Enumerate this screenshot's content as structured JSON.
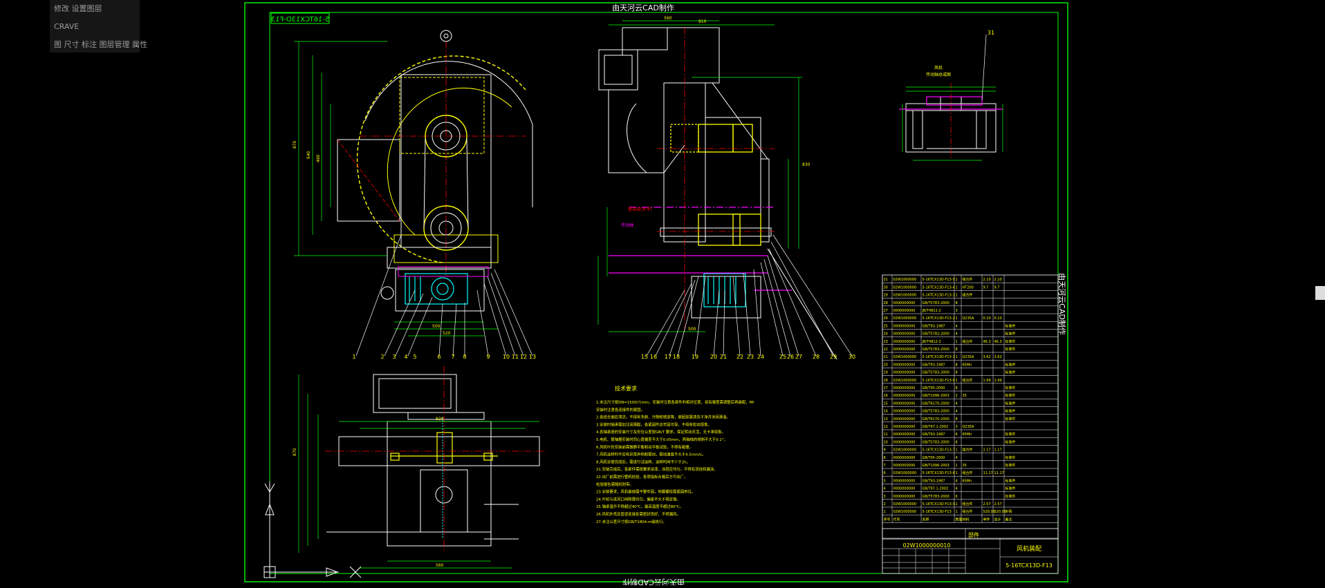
{
  "drawing": {
    "title_top": "由天河云CAD制作",
    "title_bottom": "由天河云CAD制作",
    "title_side": "由天河云CAD制作",
    "stamp_mirrored": "5-16TCX13D-F13",
    "balloons": [
      "1",
      "2",
      "3",
      "4",
      "5",
      "6",
      "7",
      "8",
      "9",
      "10",
      "11",
      "12",
      "13",
      "15",
      "16",
      "17",
      "18",
      "19",
      "20",
      "21",
      "22",
      "23",
      "24",
      "25",
      "26",
      "27",
      "28",
      "29",
      "30",
      "31"
    ],
    "detail_note": "风机\n传动轴总成图",
    "notes_title": "技术要求",
    "notes": [
      "1.未注尺寸按DN=1500(?)mm，安装时注意各部件的相对位置，如有偏差需调整后再装配，Mf",
      "   安装时注意各连接件的紧固。",
      "2.各结合面应清洁，不得有毛刺、污物和锈迹等，装配前需清洗干净并涂润滑油。",
      "3.安装时轴承需加注润滑脂，各紧固件应牢固可靠，不得有松动现象。",
      "4.各轴承座的安装尺寸及形位公差按GB/T 要求，保证转动灵活，无卡滞现象。",
      "5.电机、联轴器安装时同心度偏差不大于0.05mm，两轴线的倾斜不大于0.1°；",
      "6.风机叶轮安装前需做静平衡和动平衡试验，不得有碰撞。",
      "7.风机运转时不应有异常声响和振动，振动速度不大于4.5mm/s。",
      "8.风机安装完成后，需进行试运转，运转时间不少于2h。",
      "21.安装完成后，各部件需按要求涂漆，涂层应均匀，不得有流挂和漏涂。",
      "22.出厂前需进行整机检验，各项指标合格后方可出厂。",
      "     检验报告需随机附带。",
      "23.安装要求，风机基础需平整牢固，地脚螺栓需紧固到位。",
      "24.叶轮与进风口间隙需均匀，偏差不大于规定值。",
      "25.轴承温升不得超过40℃，最高温度不超过80℃。",
      "26.风机外壳及管道连接处需密封良好，不得漏风。",
      "27.未注公差尺寸按GB/T1804-m级执行。"
    ],
    "parts_rows": [
      {
        "no": "31",
        "code": "02W1000000",
        "name": "5-16TCX13D-F13-5",
        "qty": "1",
        "mat": "组合件",
        "w1": "2.10",
        "w2": "2.10",
        "rem": ""
      },
      {
        "no": "30",
        "code": "02W1000000",
        "name": "5-16TCX13D-F13-4",
        "qty": "1",
        "mat": "HT200",
        "w1": "9.7",
        "w2": "9.7",
        "rem": ""
      },
      {
        "no": "29",
        "code": "02W1000000",
        "name": "5-16TCX13D-F13-3",
        "qty": "1",
        "mat": "组合件",
        "w1": "",
        "w2": "",
        "rem": ""
      },
      {
        "no": "28",
        "code": "0000000000",
        "name": "GB/T5783-2000",
        "qty": "8",
        "mat": "",
        "w1": "",
        "w2": "",
        "rem": ""
      },
      {
        "no": "27",
        "code": "0000000000",
        "name": "JB/T4811-2",
        "qty": "3",
        "mat": "",
        "w1": "",
        "w2": "",
        "rem": ""
      },
      {
        "no": "26",
        "code": "02W1000000",
        "name": "5-16TCX13D-F13-2",
        "qty": "1",
        "mat": "Q235A",
        "w1": "0.10",
        "w2": "0.10",
        "rem": ""
      },
      {
        "no": "25",
        "code": "0000000000",
        "name": "GB/T93-1987",
        "qty": "4",
        "mat": "",
        "w1": "",
        "w2": "",
        "rem": "标准件"
      },
      {
        "no": "24",
        "code": "0000000000",
        "name": "GB/T5782-2000",
        "qty": "4",
        "mat": "",
        "w1": "",
        "w2": "",
        "rem": "标准件"
      },
      {
        "no": "23",
        "code": "0000000000",
        "name": "JB/T4812-2",
        "qty": "1",
        "mat": "组合件",
        "w1": "46.3",
        "w2": "46.3",
        "rem": "标准件"
      },
      {
        "no": "22",
        "code": "0000000000",
        "name": "GB/T5783-2000",
        "qty": "8",
        "mat": "",
        "w1": "",
        "w2": "",
        "rem": "标准件"
      },
      {
        "no": "21",
        "code": "02W1000000",
        "name": "5-16TCX13D-F13-1",
        "qty": "1",
        "mat": "Q235A",
        "w1": "3.62",
        "w2": "3.62",
        "rem": ""
      },
      {
        "no": "20",
        "code": "0000000000",
        "name": "GB/T93-1987",
        "qty": "8",
        "mat": "65Mn",
        "w1": "",
        "w2": "",
        "rem": "标准件"
      },
      {
        "no": "19",
        "code": "0000000000",
        "name": "GB/T5783-2000",
        "qty": "8",
        "mat": "",
        "w1": "",
        "w2": "",
        "rem": "标准件"
      },
      {
        "no": "18",
        "code": "02W1000000",
        "name": "5-16TCX13D-F13-6",
        "qty": "1",
        "mat": "组合件",
        "w1": "1.99",
        "w2": "1.99",
        "rem": ""
      },
      {
        "no": "17",
        "code": "0000000000",
        "name": "GB/T95-2000",
        "qty": "8",
        "mat": "",
        "w1": "",
        "w2": "",
        "rem": "标准件"
      },
      {
        "no": "16",
        "code": "0000000000",
        "name": "GB/T1096-2003",
        "qty": "2",
        "mat": "35",
        "w1": "",
        "w2": "",
        "rem": "标准件"
      },
      {
        "no": "15",
        "code": "0000000000",
        "name": "GB/T6170-2000",
        "qty": "4",
        "mat": "",
        "w1": "",
        "w2": "",
        "rem": "标准件"
      },
      {
        "no": "14",
        "code": "0000000000",
        "name": "GB/T5783-2000",
        "qty": "4",
        "mat": "",
        "w1": "",
        "w2": "",
        "rem": "标准件"
      },
      {
        "no": "13",
        "code": "0000000000",
        "name": "GB/T6170-2000",
        "qty": "8",
        "mat": "",
        "w1": "",
        "w2": "",
        "rem": "标准件"
      },
      {
        "no": "12",
        "code": "0000000000",
        "name": "GB/T97.1-2002",
        "qty": "3",
        "mat": "Q235A",
        "w1": "",
        "w2": "",
        "rem": ""
      },
      {
        "no": "11",
        "code": "0000000000",
        "name": "GB/T93-1987",
        "qty": "6",
        "mat": "65Mn",
        "w1": "",
        "w2": "",
        "rem": "标准件"
      },
      {
        "no": "10",
        "code": "0000000000",
        "name": "GB/T5783-2000",
        "qty": "6",
        "mat": "",
        "w1": "",
        "w2": "",
        "rem": "标准件"
      },
      {
        "no": "9",
        "code": "02W1000000",
        "name": "5-16TCX13D-F13-7",
        "qty": "1",
        "mat": "组合件",
        "w1": "1.17",
        "w2": "1.17",
        "rem": ""
      },
      {
        "no": "8",
        "code": "0000000000",
        "name": "GB/T95-2000",
        "qty": "4",
        "mat": "",
        "w1": "",
        "w2": "",
        "rem": "标准件"
      },
      {
        "no": "7",
        "code": "0000000000",
        "name": "GB/T1096-2003",
        "qty": "1",
        "mat": "35",
        "w1": "",
        "w2": "",
        "rem": "标准件"
      },
      {
        "no": "6",
        "code": "02W1000000",
        "name": "5-16TCX13D-F13-8",
        "qty": "1",
        "mat": "组合件",
        "w1": "11.17",
        "w2": "11.17",
        "rem": ""
      },
      {
        "no": "5",
        "code": "0000000000",
        "name": "GB/T93-1987",
        "qty": "4",
        "mat": "65Mn",
        "w1": "",
        "w2": "",
        "rem": "标准件"
      },
      {
        "no": "4",
        "code": "0000000000",
        "name": "GB/T97.1-2002",
        "qty": "4",
        "mat": "",
        "w1": "",
        "w2": "",
        "rem": "标准件"
      },
      {
        "no": "3",
        "code": "0000000000",
        "name": "GB/T5783-2000",
        "qty": "6",
        "mat": "",
        "w1": "",
        "w2": "",
        "rem": "标准件"
      },
      {
        "no": "2",
        "code": "02W1000000",
        "name": "5-16TCX13D-F13-9",
        "qty": "1",
        "mat": "组合件",
        "w1": "2.57",
        "w2": "2.57",
        "rem": ""
      },
      {
        "no": "1",
        "code": "02W1000000",
        "name": "5-16TCX13D-F13",
        "qty": "1",
        "mat": "组合件",
        "w1": "520.00",
        "w2": "520.00",
        "rem": "外购"
      }
    ],
    "parts_header": {
      "no": "序号",
      "code": "代号",
      "name": "名称",
      "qty": "数量",
      "mat": "材料",
      "w1": "单件",
      "w2": "总计",
      "rem": "备注"
    },
    "title_block": {
      "drawing_no": "02W1000000010",
      "name": "风机装配",
      "code": "5-16TCX13D-F13",
      "label": "部件"
    }
  },
  "overlay": {
    "lines": [
      "修改 设置图层",
      "CRAVE",
      "图 尺寸 标注 图层管理 属性"
    ]
  },
  "colors": {
    "background": "#000000",
    "frame": "#00ff00",
    "outline": "#ffffff",
    "yellow": "#ffff00",
    "cyan": "#00ffff",
    "magenta": "#ff00ff",
    "red": "#ff0000",
    "green": "#00ff00"
  }
}
